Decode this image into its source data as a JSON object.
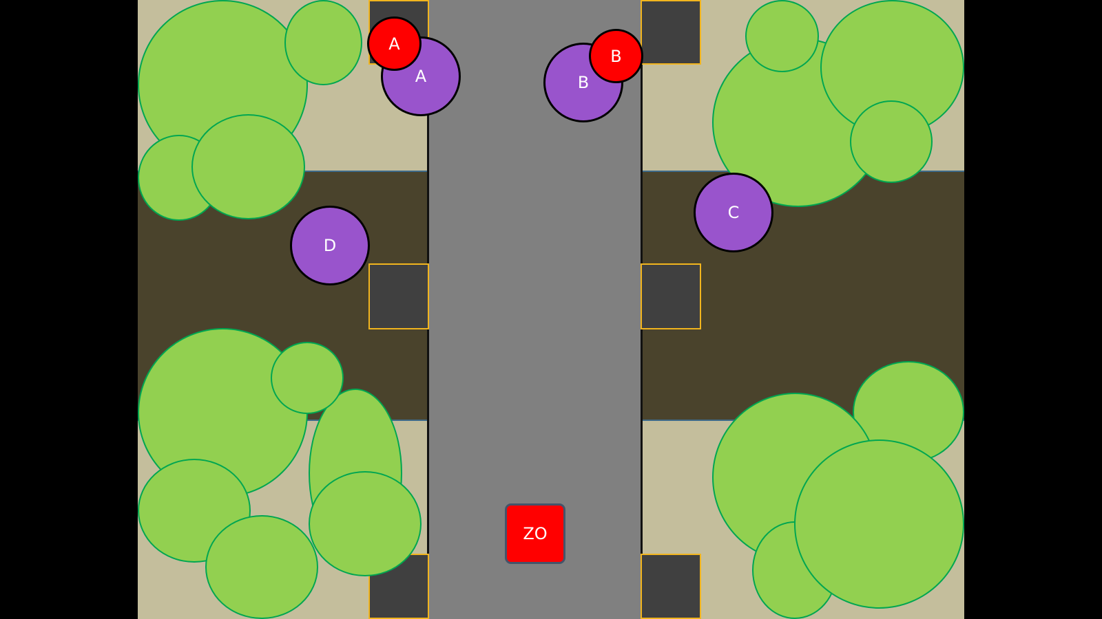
{
  "colors": {
    "sand": "#C4BE9C",
    "ground": "#4A432C",
    "road": "#808080",
    "pad": "#404040",
    "pad_border": "#F2B51E",
    "tree": "#92D050",
    "tree_border": "#00A651",
    "unit": "#9954CC",
    "marker": "#FF0000",
    "zone": "#FF0000"
  },
  "units": {
    "a": "A",
    "b": "B",
    "c": "C",
    "d": "D"
  },
  "markers": {
    "a": "A",
    "b": "B"
  },
  "zone_label": "ZO"
}
